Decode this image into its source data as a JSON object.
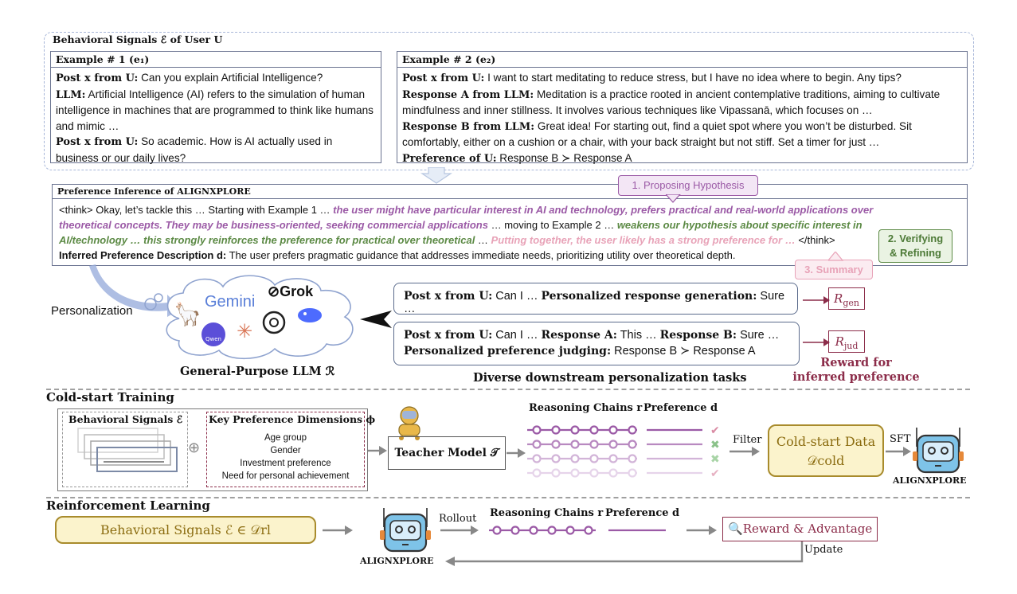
{
  "behavioral": {
    "title": "Behavioral Signals ℰ of User U",
    "ex1": {
      "title": "Example # 1 (e₁)",
      "p1_label": "Post x from U:",
      "p1_text": " Can you explain Artificial Intelligence?",
      "llm_label": "LLM:",
      "llm_text": " Artificial Intelligence (AI) refers to the simulation of human intelligence in machines that are programmed to think like humans and mimic …",
      "p2_label": "Post x from U:",
      "p2_text": " So academic. How is AI actually used in business or our daily lives?"
    },
    "ex2": {
      "title": "Example # 2 (e₂)",
      "p_label": "Post x from U:",
      "p_text": " I want to start meditating to reduce stress, but I have no idea where to begin. Any tips?",
      "ra_label": "Response A from LLM:",
      "ra_text": " Meditation is a practice rooted in ancient contemplative traditions, aiming to cultivate mindfulness and inner stillness. It involves various techniques like Vipassanā, which focuses on …",
      "rb_label": "Response B from LLM:",
      "rb_text": " Great idea! For starting out, find a quiet spot where you won’t be disturbed. Sit comfortably, either on a cushion or a chair, with your back straight but not stiff. Set a timer for just …",
      "pref_label": "Preference of U:",
      "pref_text": " Response B ≻ Response A"
    }
  },
  "inference": {
    "title": "Preference Inference of ALIGNXPLORE",
    "t1": "<think> Okay, let’s tackle this … Starting with Example 1 … ",
    "t2": "the user might have particular interest in AI and technology, prefers practical and real-world applications over theoretical concepts. They may be business-oriented, seeking commercial applications",
    "t3": " … moving to Example 2 … ",
    "t4": "weakens our hypothesis about specific interest in AI/technology … this strongly reinforces the preference for practical over theoretical",
    "t5": " … ",
    "t6": "Putting together, the user likely has a strong preference for …",
    "t7": " </think>",
    "desc_label": "Inferred Preference Description d:",
    "desc_text": " The user prefers pragmatic guidance that addresses immediate needs, prioritizing utility over theoretical depth.",
    "callout1": "1. Proposing Hypothesis",
    "callout2_l1": "2. Verifying",
    "callout2_l2": "& Refining",
    "callout3": "3. Summary"
  },
  "llm": {
    "personalization": "Personalization",
    "label": "General-Purpose LLM ℛ",
    "gemini": "Gemini",
    "grok": "Grok",
    "qwen": "Qwen"
  },
  "tasks": {
    "gen_label1": "Post x from U:",
    "gen_text1": " Can I … ",
    "gen_label2": "Personalized response generation:",
    "gen_text2": " Sure …",
    "jud_label1": "Post x from U:",
    "jud_text1": " Can I … ",
    "jud_label2": "Response A:",
    "jud_text2": " This … ",
    "jud_label3": "Response B:",
    "jud_text3": " Sure …",
    "jud_label4": "Personalized preference judging:",
    "jud_text4": " Response B ≻ Response A",
    "r_gen": "R",
    "r_gen_sub": "gen",
    "r_jud": "R",
    "r_jud_sub": "jud",
    "caption": "Diverse downstream personalization tasks",
    "reward_l1": "Reward for",
    "reward_l2": "inferred preference"
  },
  "coldstart": {
    "title": "Cold-start Training",
    "signals": "Behavioral Signals ℰ",
    "dims_title": "Key Preference Dimensions ϕ",
    "dims": [
      "Age group",
      "Gender",
      "Investment preference",
      "Need for personal achievement"
    ],
    "teacher": "Teacher Model 𝒯",
    "chains": "Reasoning Chains r",
    "pref": "Preference d",
    "filter": "Filter",
    "data_l1": "Cold-start Data",
    "data_l2": "𝒟cold",
    "sft": "SFT",
    "model_name": "ALIGNXPLORE"
  },
  "rl": {
    "title": "Reinforcement Learning",
    "signals": "Behavioral Signals ℰ ∈ 𝒟rl",
    "rollout": "Rollout",
    "chains": "Reasoning Chains r",
    "pref": "Preference d",
    "reward": "Reward & Advantage",
    "update": "Update",
    "model_name": "ALIGNXPLORE"
  },
  "colors": {
    "frame": "#6a7390",
    "purple": "#9b5aa6",
    "green": "#5c8a45",
    "pink": "#e8a3b8",
    "reward": "#8c2d4a",
    "yellow_fill": "#fbf3cc",
    "yellow_border": "#a88b2c"
  }
}
